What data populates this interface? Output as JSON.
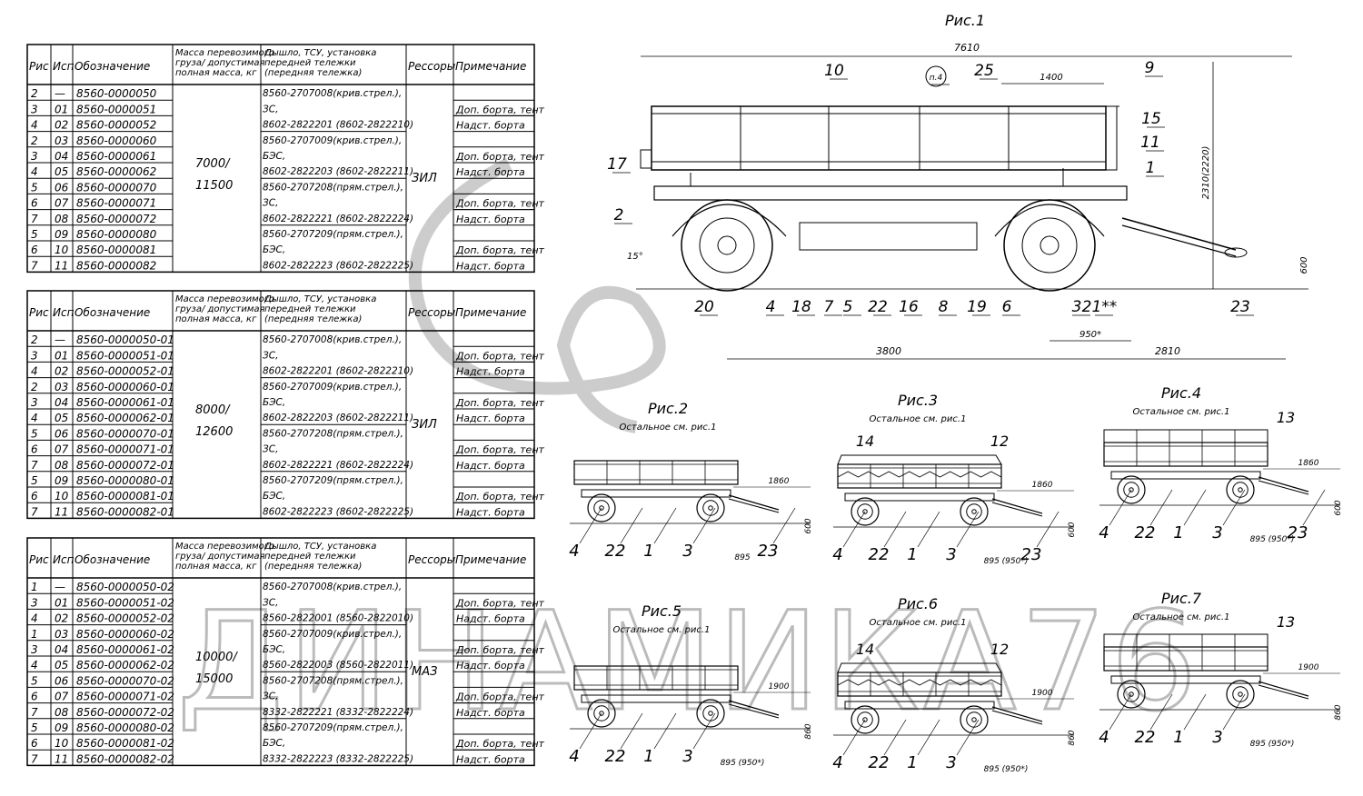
{
  "tables": [
    {
      "headers": [
        "Рис",
        "Исп",
        "Обозначение",
        "Масса перевозимого груза/ допустимая полная масса, кг",
        "Дышло, ТСУ, установка передней тележки (передняя тележка)",
        "Рессоры",
        "Примечание"
      ],
      "mass": [
        "7000/",
        "11500"
      ],
      "springs": "ЗИЛ",
      "rows": [
        [
          "2",
          "—",
          "8560-0000050"
        ],
        [
          "3",
          "01",
          "8560-0000051"
        ],
        [
          "4",
          "02",
          "8560-0000052"
        ],
        [
          "2",
          "03",
          "8560-0000060"
        ],
        [
          "3",
          "04",
          "8560-0000061"
        ],
        [
          "4",
          "05",
          "8560-0000062"
        ],
        [
          "5",
          "06",
          "8560-0000070"
        ],
        [
          "6",
          "07",
          "8560-0000071"
        ],
        [
          "7",
          "08",
          "8560-0000072"
        ],
        [
          "5",
          "09",
          "8560-0000080"
        ],
        [
          "6",
          "10",
          "8560-0000081"
        ],
        [
          "7",
          "11",
          "8560-0000082"
        ]
      ],
      "drawbar": [
        [
          "8560-2707008(крив.стрел.),",
          "ЗС,",
          "8602-2822201 (8602-2822210)"
        ],
        [
          "8560-2707009(крив.стрел.),",
          "БЭС,",
          "8602-2822203 (8602-2822211)"
        ],
        [
          "8560-2707208(прям.стрел.),",
          "ЗС,",
          "8602-2822221 (8602-2822224)"
        ],
        [
          "8560-2707209(прям.стрел.),",
          "БЭС,",
          "8602-2822223 (8602-2822225)"
        ]
      ],
      "notes": [
        "Доп. борта, тент",
        "Надст. борта"
      ]
    },
    {
      "headers": [
        "Рис",
        "Исп",
        "Обозначение",
        "Масса перевозимого груза/ допустимая полная масса, кг",
        "Дышло, ТСУ, установка передней тележки (передняя тележка)",
        "Рессоры",
        "Примечание"
      ],
      "mass": [
        "8000/",
        "12600"
      ],
      "springs": "ЗИЛ",
      "rows": [
        [
          "2",
          "—",
          "8560-0000050-01"
        ],
        [
          "3",
          "01",
          "8560-0000051-01"
        ],
        [
          "4",
          "02",
          "8560-0000052-01"
        ],
        [
          "2",
          "03",
          "8560-0000060-01"
        ],
        [
          "3",
          "04",
          "8560-0000061-01"
        ],
        [
          "4",
          "05",
          "8560-0000062-01"
        ],
        [
          "5",
          "06",
          "8560-0000070-01"
        ],
        [
          "6",
          "07",
          "8560-0000071-01"
        ],
        [
          "7",
          "08",
          "8560-0000072-01"
        ],
        [
          "5",
          "09",
          "8560-0000080-01"
        ],
        [
          "6",
          "10",
          "8560-0000081-01"
        ],
        [
          "7",
          "11",
          "8560-0000082-01"
        ]
      ],
      "drawbar": [
        [
          "8560-2707008(крив.стрел.),",
          "ЗС,",
          "8602-2822201 (8602-2822210)"
        ],
        [
          "8560-2707009(крив.стрел.),",
          "БЭС,",
          "8602-2822203 (8602-2822211)"
        ],
        [
          "8560-2707208(прям.стрел.),",
          "ЗС,",
          "8602-2822221 (8602-2822224)"
        ],
        [
          "8560-2707209(прям.стрел.),",
          "БЭС,",
          "8602-2822223 (8602-2822225)"
        ]
      ],
      "notes": [
        "Доп. борта, тент",
        "Надст. борта"
      ]
    },
    {
      "headers": [
        "Рис",
        "Исп",
        "Обозначение",
        "Масса перевозимого груза/ допустимая полная масса, кг",
        "Дышло, ТСУ, установка передней тележки (передняя тележка)",
        "Рессоры",
        "Примечание"
      ],
      "mass": [
        "10000/",
        "15000"
      ],
      "springs": "МАЗ",
      "rows": [
        [
          "1",
          "—",
          "8560-0000050-02"
        ],
        [
          "3",
          "01",
          "8560-0000051-02"
        ],
        [
          "4",
          "02",
          "8560-0000052-02"
        ],
        [
          "1",
          "03",
          "8560-0000060-02"
        ],
        [
          "3",
          "04",
          "8560-0000061-02"
        ],
        [
          "4",
          "05",
          "8560-0000062-02"
        ],
        [
          "5",
          "06",
          "8560-0000070-02"
        ],
        [
          "6",
          "07",
          "8560-0000071-02"
        ],
        [
          "7",
          "08",
          "8560-0000072-02"
        ],
        [
          "5",
          "09",
          "8560-0000080-02"
        ],
        [
          "6",
          "10",
          "8560-0000081-02"
        ],
        [
          "7",
          "11",
          "8560-0000082-02"
        ]
      ],
      "drawbar": [
        [
          "8560-2707008(крив.стрел.),",
          "ЗС,",
          "8560-2822001 (8560-2822010)"
        ],
        [
          "8560-2707009(крив.стрел.),",
          "БЭС,",
          "8560-2822003 (8560-2822011)"
        ],
        [
          "8560-2707208(прям.стрел.),",
          "ЗС,",
          "8332-2822221 (8332-2822224)"
        ],
        [
          "8560-2707209(прям.стрел.),",
          "БЭС,",
          "8332-2822223 (8332-2822225)"
        ]
      ],
      "notes": [
        "Доп. борта, тент",
        "Надст. борта"
      ]
    }
  ],
  "fig1": {
    "title": "Рис.1",
    "dims": {
      "total": "7610",
      "height": "2310(2220)",
      "hitch_h": "600",
      "wheelbase": "3800",
      "rear": "2810",
      "front": "950*",
      "top": "1400",
      "angle": "15°"
    },
    "callouts": [
      "20",
      "4",
      "18",
      "7",
      "5",
      "22",
      "16",
      "8",
      "19",
      "6",
      "3",
      "21**",
      "23",
      "2",
      "17",
      "10",
      "п.4",
      "25",
      "9",
      "15",
      "11",
      "1"
    ]
  },
  "figs": [
    {
      "title": "Рис.2",
      "sub": "Остальное см. рис.1",
      "callouts": [
        "4",
        "22",
        "1",
        "3",
        "23"
      ],
      "dims": [
        "1860",
        "895",
        "600"
      ]
    },
    {
      "title": "Рис.3",
      "sub": "Остальное см. рис.1",
      "callouts": [
        "4",
        "22",
        "1",
        "3",
        "23",
        "12",
        "14"
      ],
      "dims": [
        "1860",
        "895 (950*)",
        "600"
      ]
    },
    {
      "title": "Рис.4",
      "sub": "Остальное см. рис.1",
      "callouts": [
        "4",
        "22",
        "1",
        "3",
        "23",
        "13"
      ],
      "dims": [
        "1860",
        "895 (950*)",
        "600"
      ]
    },
    {
      "title": "Рис.5",
      "sub": "Остальное см. рис.1",
      "callouts": [
        "4",
        "22",
        "1",
        "3"
      ],
      "dims": [
        "1900",
        "895 (950*)",
        "860"
      ]
    },
    {
      "title": "Рис.6",
      "sub": "Остальное см. рис.1",
      "callouts": [
        "4",
        "22",
        "1",
        "3",
        "12",
        "14"
      ],
      "dims": [
        "1900",
        "895 (950*)",
        "860"
      ]
    },
    {
      "title": "Рис.7",
      "sub": "Остальное см. рис.1",
      "callouts": [
        "4",
        "22",
        "1",
        "3",
        "13"
      ],
      "dims": [
        "1900",
        "895 (950*)",
        "860"
      ]
    }
  ],
  "watermark": "ДИНАМИКА76"
}
